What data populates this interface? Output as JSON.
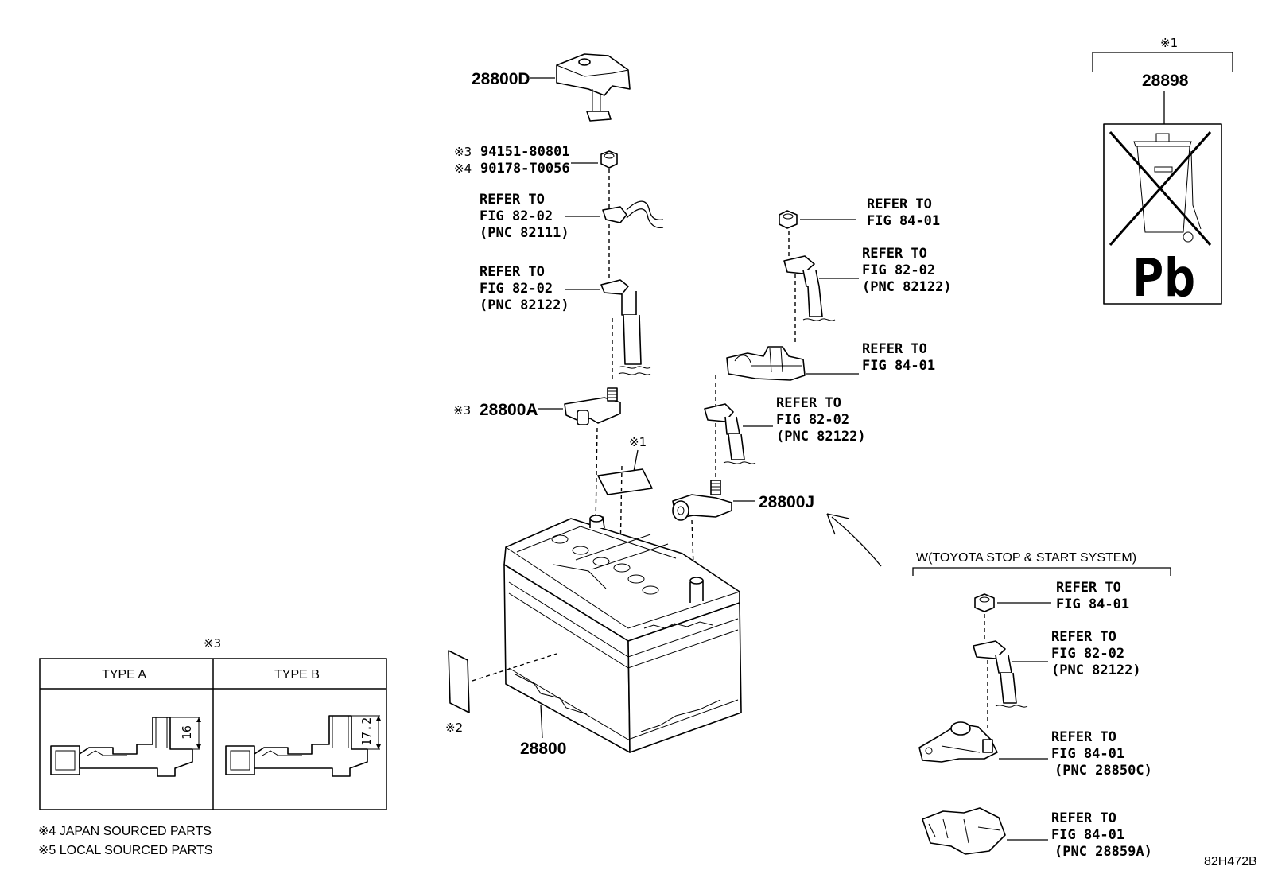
{
  "diagram_code": "82H472B",
  "parts": {
    "cover": "28800D",
    "nut_a": "94151-80801",
    "nut_b": "90178-T0056",
    "clamp_pos": "28800A",
    "clamp_neg": "28800J",
    "battery": "28800",
    "label_pb": "28898"
  },
  "marks": {
    "m1": "※1",
    "m2": "※2",
    "m3": "※3",
    "m4": "※4"
  },
  "refs": {
    "r1": [
      "REFER TO",
      "FIG 82-02",
      "(PNC 82111)"
    ],
    "r2": [
      "REFER TO",
      "FIG 82-02",
      "(PNC 82122)"
    ],
    "r3": [
      "REFER TO",
      "FIG 84-01"
    ],
    "r4": [
      "REFER TO",
      "FIG 82-02",
      "(PNC 82122)"
    ],
    "r5": [
      "REFER TO",
      "FIG 84-01"
    ],
    "r6": [
      "REFER TO",
      "FIG 82-02",
      "(PNC 82122)"
    ],
    "r7": [
      "REFER TO",
      "FIG 84-01"
    ],
    "r8": [
      "REFER TO",
      "FIG 82-02",
      "(PNC 82122)"
    ],
    "r9": [
      "REFER TO",
      "FIG 84-01",
      "(PNC 28850C)"
    ],
    "r10": [
      "REFER TO",
      "FIG 84-01",
      "(PNC 28859A)"
    ]
  },
  "stop_start": {
    "title": "W(TOYOTA STOP & START SYSTEM)"
  },
  "pb_symbol": "Pb",
  "type_table": {
    "mark": "※3",
    "col_a": "TYPE A",
    "col_b": "TYPE B",
    "dim_a": "16",
    "dim_b": "17.2"
  },
  "footnotes": [
    "※4 JAPAN SOURCED PARTS",
    "※5 LOCAL SOURCED PARTS"
  ]
}
